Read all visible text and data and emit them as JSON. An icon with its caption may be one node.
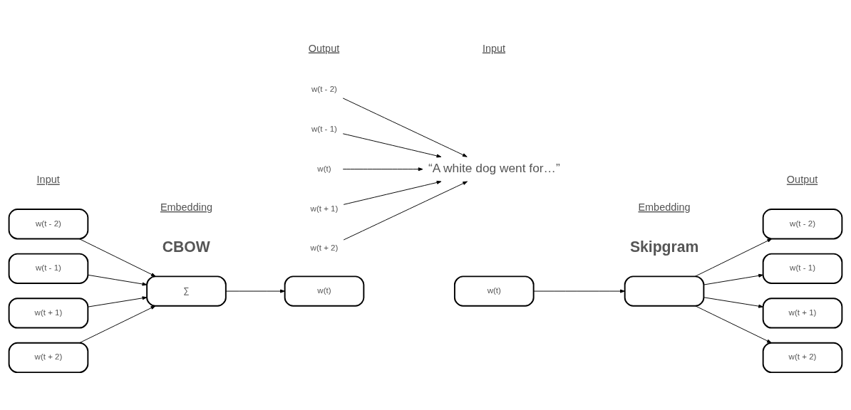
{
  "diagram": {
    "nodes": [
      {
        "text": [
          "w(t - 2)"
        ]
      },
      {
        "text": [
          "w(t - 1)"
        ]
      },
      {
        "text": [
          "w(t + 1)"
        ]
      },
      {
        "text": [
          "w(t + 2)"
        ]
      },
      {
        "text": [
          "∑"
        ]
      },
      {
        "text": [
          "w(t)"
        ]
      },
      {
        "text": [
          "w(t)"
        ]
      },
      {
        "text": [],
        "shape": "box"
      },
      {
        "text": [
          "w(t - 2)"
        ]
      },
      {
        "text": [
          "w(t - 1)"
        ]
      },
      {
        "text": [
          "w(t + 1)"
        ]
      },
      {
        "text": [
          "w(t + 2)"
        ]
      },
      {
        "text": [
          "“A white dog went for…”"
        ]
      },
      {
        "text": [
          "w(t - 2)"
        ]
      },
      {
        "text": [
          "w(t - 1)"
        ]
      },
      {
        "text": [
          "w(t)"
        ]
      },
      {
        "text": [
          "w(t + 1)"
        ]
      },
      {
        "text": [
          "w(t + 2)"
        ]
      }
    ],
    "edges": [
      {
        "from": 0,
        "to": 4,
        "arrow": "to"
      },
      {
        "from": 1,
        "to": 4,
        "arrow": "to"
      },
      {
        "from": 2,
        "to": 4,
        "arrow": "to"
      },
      {
        "from": 3,
        "to": 4,
        "arrow": "to"
      },
      {
        "from": 4,
        "to": 5,
        "arrow": "to"
      },
      {
        "from": 6,
        "to": 7,
        "arrow": "to"
      },
      {
        "from": 7,
        "to": 8,
        "arrow": "to"
      },
      {
        "from": 7,
        "to": 9,
        "arrow": "to"
      },
      {
        "from": 7,
        "to": 10,
        "arrow": "to"
      },
      {
        "from": 7,
        "to": 11,
        "arrow": "to"
      },
      {
        "from": 13,
        "to": 12,
        "arrow": "to"
      },
      {
        "from": 14,
        "to": 12,
        "arrow": "to"
      },
      {
        "from": 15,
        "to": 12,
        "arrow": "to"
      },
      {
        "from": 16,
        "to": 12,
        "arrow": "to"
      },
      {
        "from": 17,
        "to": 12,
        "arrow": "to"
      }
    ],
    "labels": [
      "CBOW",
      "Skipgram",
      "Input",
      "Embedding",
      "Output",
      "Input",
      "Embedding",
      "Output"
    ]
  }
}
